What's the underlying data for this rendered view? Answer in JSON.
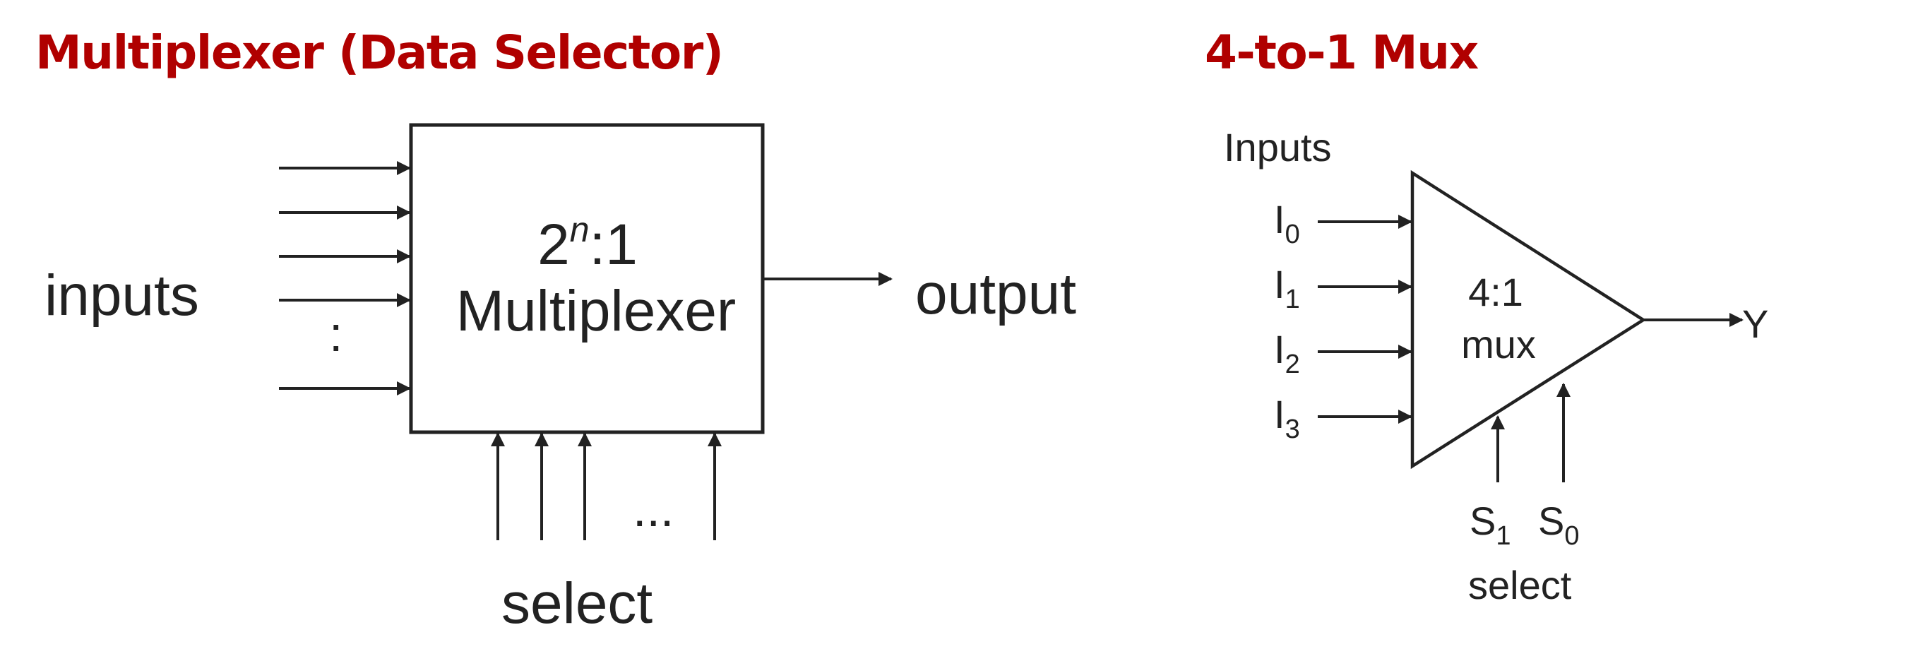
{
  "titles": {
    "left": "Multiplexer (Data Selector)",
    "right": "4-to-1 Mux"
  },
  "left_diagram": {
    "inputs_label": "inputs",
    "ellipsis_vertical": ":",
    "box_line1_base": "2",
    "box_line1_exp": "n",
    "box_line1_rest": ":1",
    "box_line2": "Multiplexer",
    "output_label": "output",
    "select_ellipsis": "...",
    "select_label": "select"
  },
  "right_diagram": {
    "inputs_header": "Inputs",
    "inputs": [
      {
        "base": "I",
        "sub": "0"
      },
      {
        "base": "I",
        "sub": "1"
      },
      {
        "base": "I",
        "sub": "2"
      },
      {
        "base": "I",
        "sub": "3"
      }
    ],
    "mux_line1": "4:1",
    "mux_line2": "mux",
    "output": "Y",
    "selects": [
      {
        "base": "S",
        "sub": "1"
      },
      {
        "base": "S",
        "sub": "0"
      }
    ],
    "select_label": "select"
  }
}
